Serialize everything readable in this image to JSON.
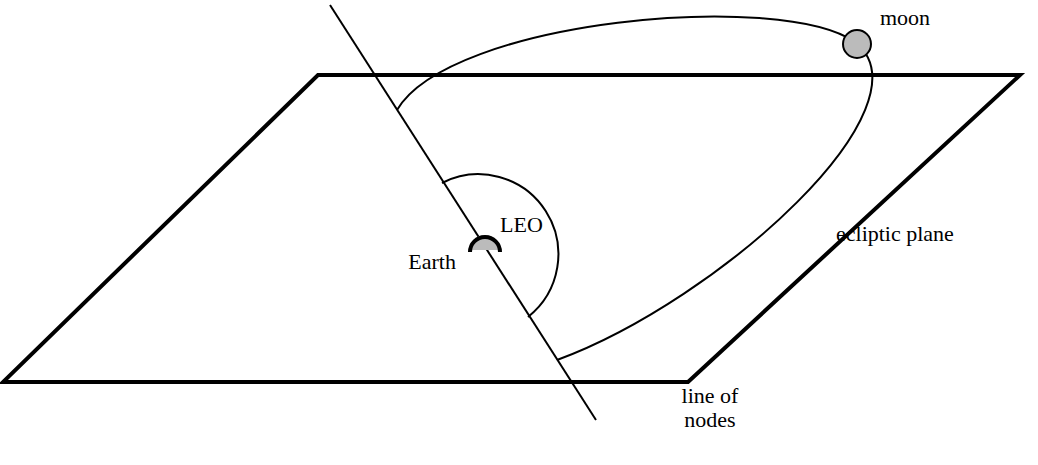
{
  "diagram": {
    "labels": [
      "moon",
      "LEO",
      "Earth",
      "ecliptic plane",
      "line of nodes"
    ]
  }
}
